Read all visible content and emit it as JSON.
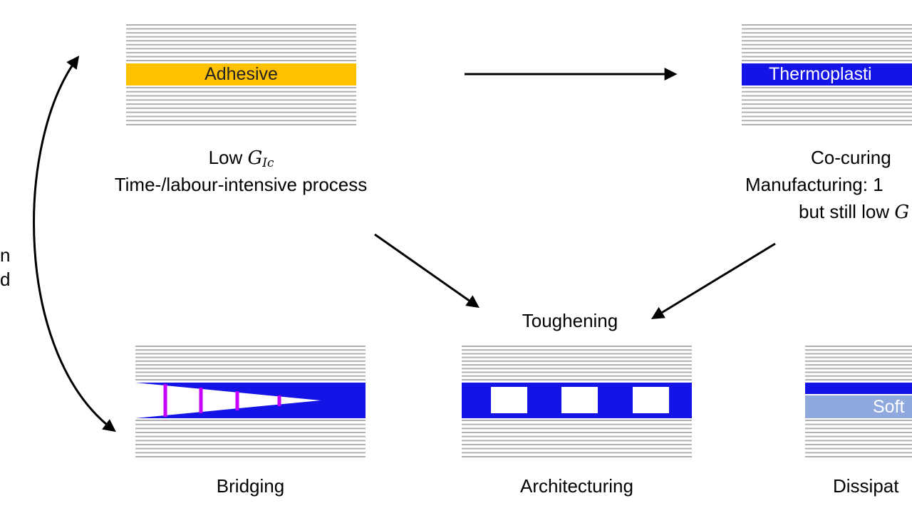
{
  "arrows": {
    "left_side_text": [
      "n",
      "d"
    ]
  },
  "top_left": {
    "layer_label": "Adhesive",
    "layer_color": "#ffc000",
    "caption_prefix": "Low ",
    "caption_symbol": "G",
    "caption_subscript": "Ic",
    "caption_line2": "Time-/labour-intensive process"
  },
  "top_right": {
    "layer_label": "Thermoplasti",
    "layer_color": "#1414e6",
    "caption_line1": "Co-curing",
    "caption_line2": "Manufacturing: 1",
    "caption_line3_prefix": "but still low ",
    "caption_line3_symbol": "G"
  },
  "center": {
    "label": "Toughening"
  },
  "bottom": {
    "bridging": {
      "label": "Bridging",
      "layer_color": "#1414e6",
      "fiber_color": "#c800ff"
    },
    "architecturing": {
      "label": "Architecturing",
      "layer_color": "#1414e6"
    },
    "dissipation": {
      "label": "Dissipat",
      "layer_label": "Soft",
      "soft_color": "#8fa9df",
      "layer_color": "#1414e6"
    }
  },
  "colors": {
    "ply_line": "#b0b0b0",
    "arrow": "#000000"
  }
}
